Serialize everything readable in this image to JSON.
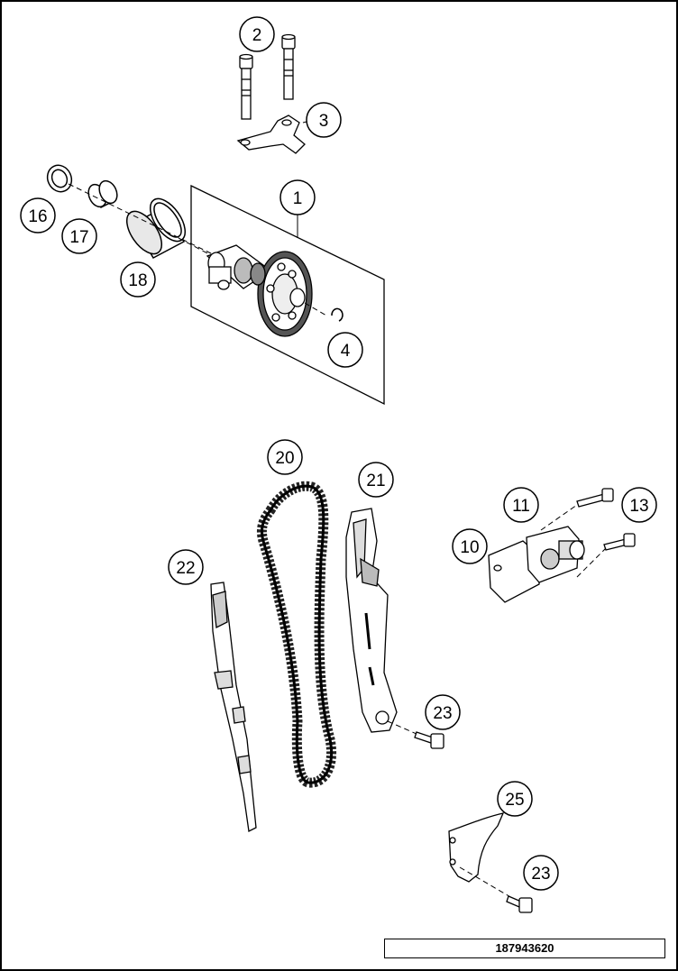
{
  "diagram_number": "187943620",
  "callouts": {
    "c1": "1",
    "c2": "2",
    "c3": "3",
    "c4": "4",
    "c10": "10",
    "c11": "11",
    "c13": "13",
    "c16": "16",
    "c17": "17",
    "c18": "18",
    "c20": "20",
    "c21": "21",
    "c22": "22",
    "c23a": "23",
    "c23b": "23",
    "c25": "25"
  },
  "parts": {
    "p2": "bolt-pair",
    "p3": "retainer-plate",
    "p1": "camshaft-assembly",
    "p4": "circlip",
    "p16": "seal-ring",
    "p17": "needle-bearing",
    "p18": "bearing-sleeve",
    "p20": "timing-chain",
    "p21": "chain-tensioner-rail",
    "p22": "chain-guide-rail",
    "p10": "chain-tensioner",
    "p11": "tensioner-gasket-bolt",
    "p13": "bolt",
    "p23": "collar-bolt",
    "p25": "guide-bracket"
  }
}
